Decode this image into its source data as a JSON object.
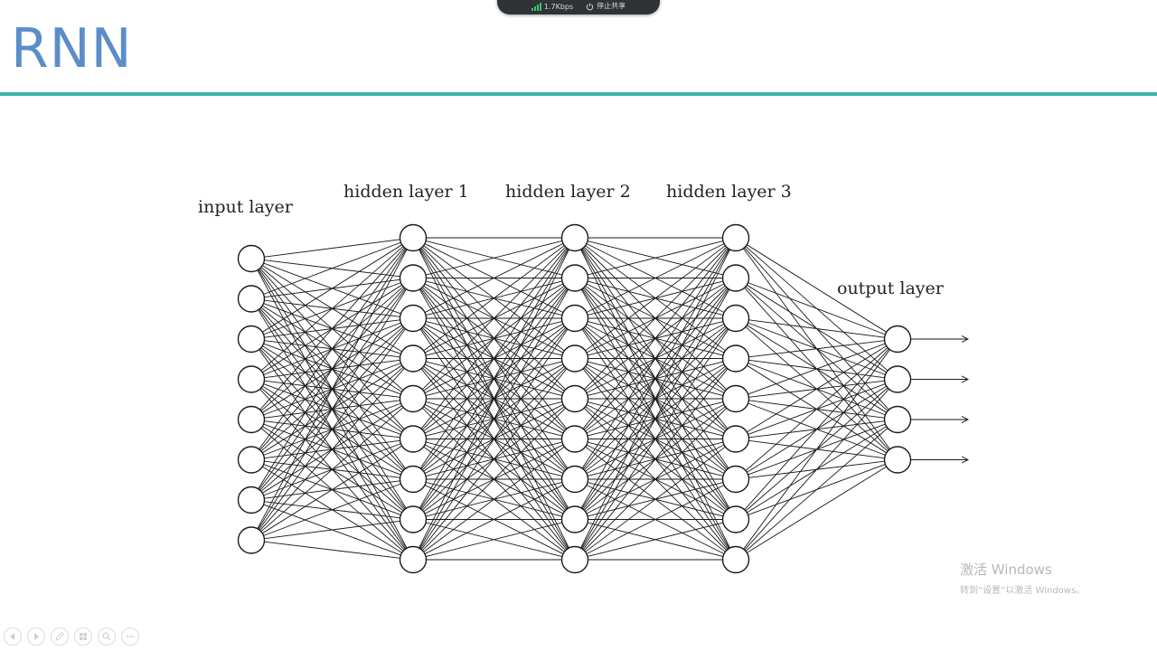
{
  "share_bar": {
    "speed": "1.7Kbps",
    "stop_label": "停止共享",
    "signal_icon": "signal-bars-icon",
    "stop_icon": "power-icon",
    "accent": "#39c46a"
  },
  "slide": {
    "title": "RNN",
    "title_color": "#5b8ec9",
    "rule_color": "#3bb3a6"
  },
  "diagram": {
    "layers": [
      {
        "label": "input layer",
        "nodes": 8
      },
      {
        "label": "hidden layer 1",
        "nodes": 9
      },
      {
        "label": "hidden layer 2",
        "nodes": 9
      },
      {
        "label": "hidden layer 3",
        "nodes": 9
      },
      {
        "label": "output layer",
        "nodes": 4
      }
    ]
  },
  "watermark": {
    "title": "激活 Windows",
    "subtitle": "转到“设置”以激活 Windows。"
  },
  "toolbar": {
    "buttons": [
      {
        "icon": "previous-icon"
      },
      {
        "icon": "next-icon"
      },
      {
        "icon": "pen-icon"
      },
      {
        "icon": "slides-grid-icon"
      },
      {
        "icon": "zoom-icon"
      },
      {
        "icon": "more-icon"
      }
    ]
  }
}
